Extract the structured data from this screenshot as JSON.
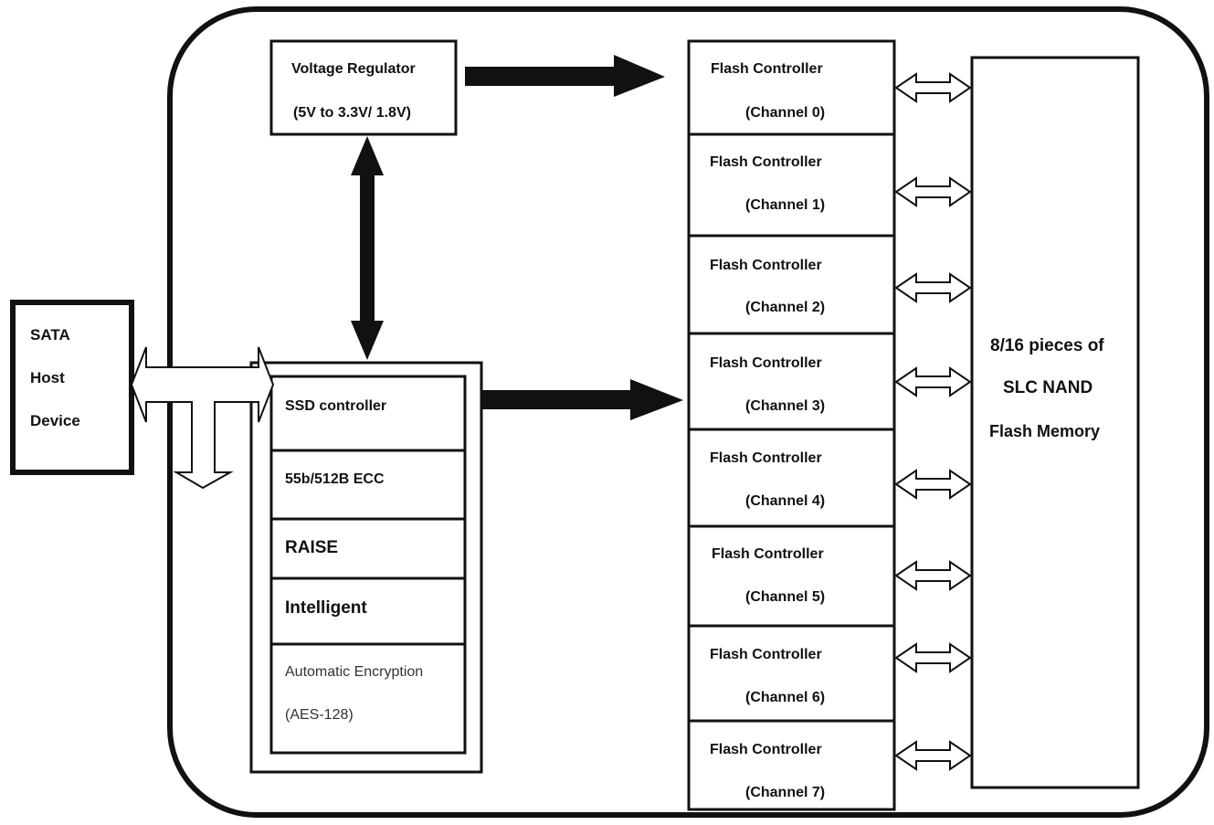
{
  "host": {
    "lines": [
      "SATA",
      "Host",
      "Device"
    ]
  },
  "voltage_regulator": {
    "line1": "Voltage Regulator",
    "line2": "(5V to 3.3V/ 1.8V)"
  },
  "controller_stack": [
    {
      "text": "SSD controller",
      "style": "bold"
    },
    {
      "text": "55b/512B ECC",
      "style": "bold"
    },
    {
      "text": "RAISE",
      "style": "big"
    },
    {
      "text": "Intelligent",
      "style": "big"
    },
    {
      "text": "Automatic Encryption",
      "style": "plain"
    },
    {
      "text": "(AES-128)",
      "style": "plain"
    }
  ],
  "flash_controllers": [
    {
      "title": "Flash Controller",
      "channel": "(Channel 0)"
    },
    {
      "title": "Flash Controller",
      "channel": "(Channel 1)"
    },
    {
      "title": "Flash Controller",
      "channel": "(Channel 2)"
    },
    {
      "title": "Flash Controller",
      "channel": "(Channel 3)"
    },
    {
      "title": "Flash Controller",
      "channel": "(Channel 4)"
    },
    {
      "title": "Flash Controller",
      "channel": "(Channel 5)"
    },
    {
      "title": "Flash Controller",
      "channel": "(Channel 6)"
    },
    {
      "title": "Flash Controller",
      "channel": "(Channel 7)"
    }
  ],
  "nand": {
    "lines": [
      "8/16 pieces of",
      "SLC NAND",
      "Flash Memory"
    ]
  },
  "colors": {
    "stroke": "#111111",
    "background": "#ffffff"
  }
}
